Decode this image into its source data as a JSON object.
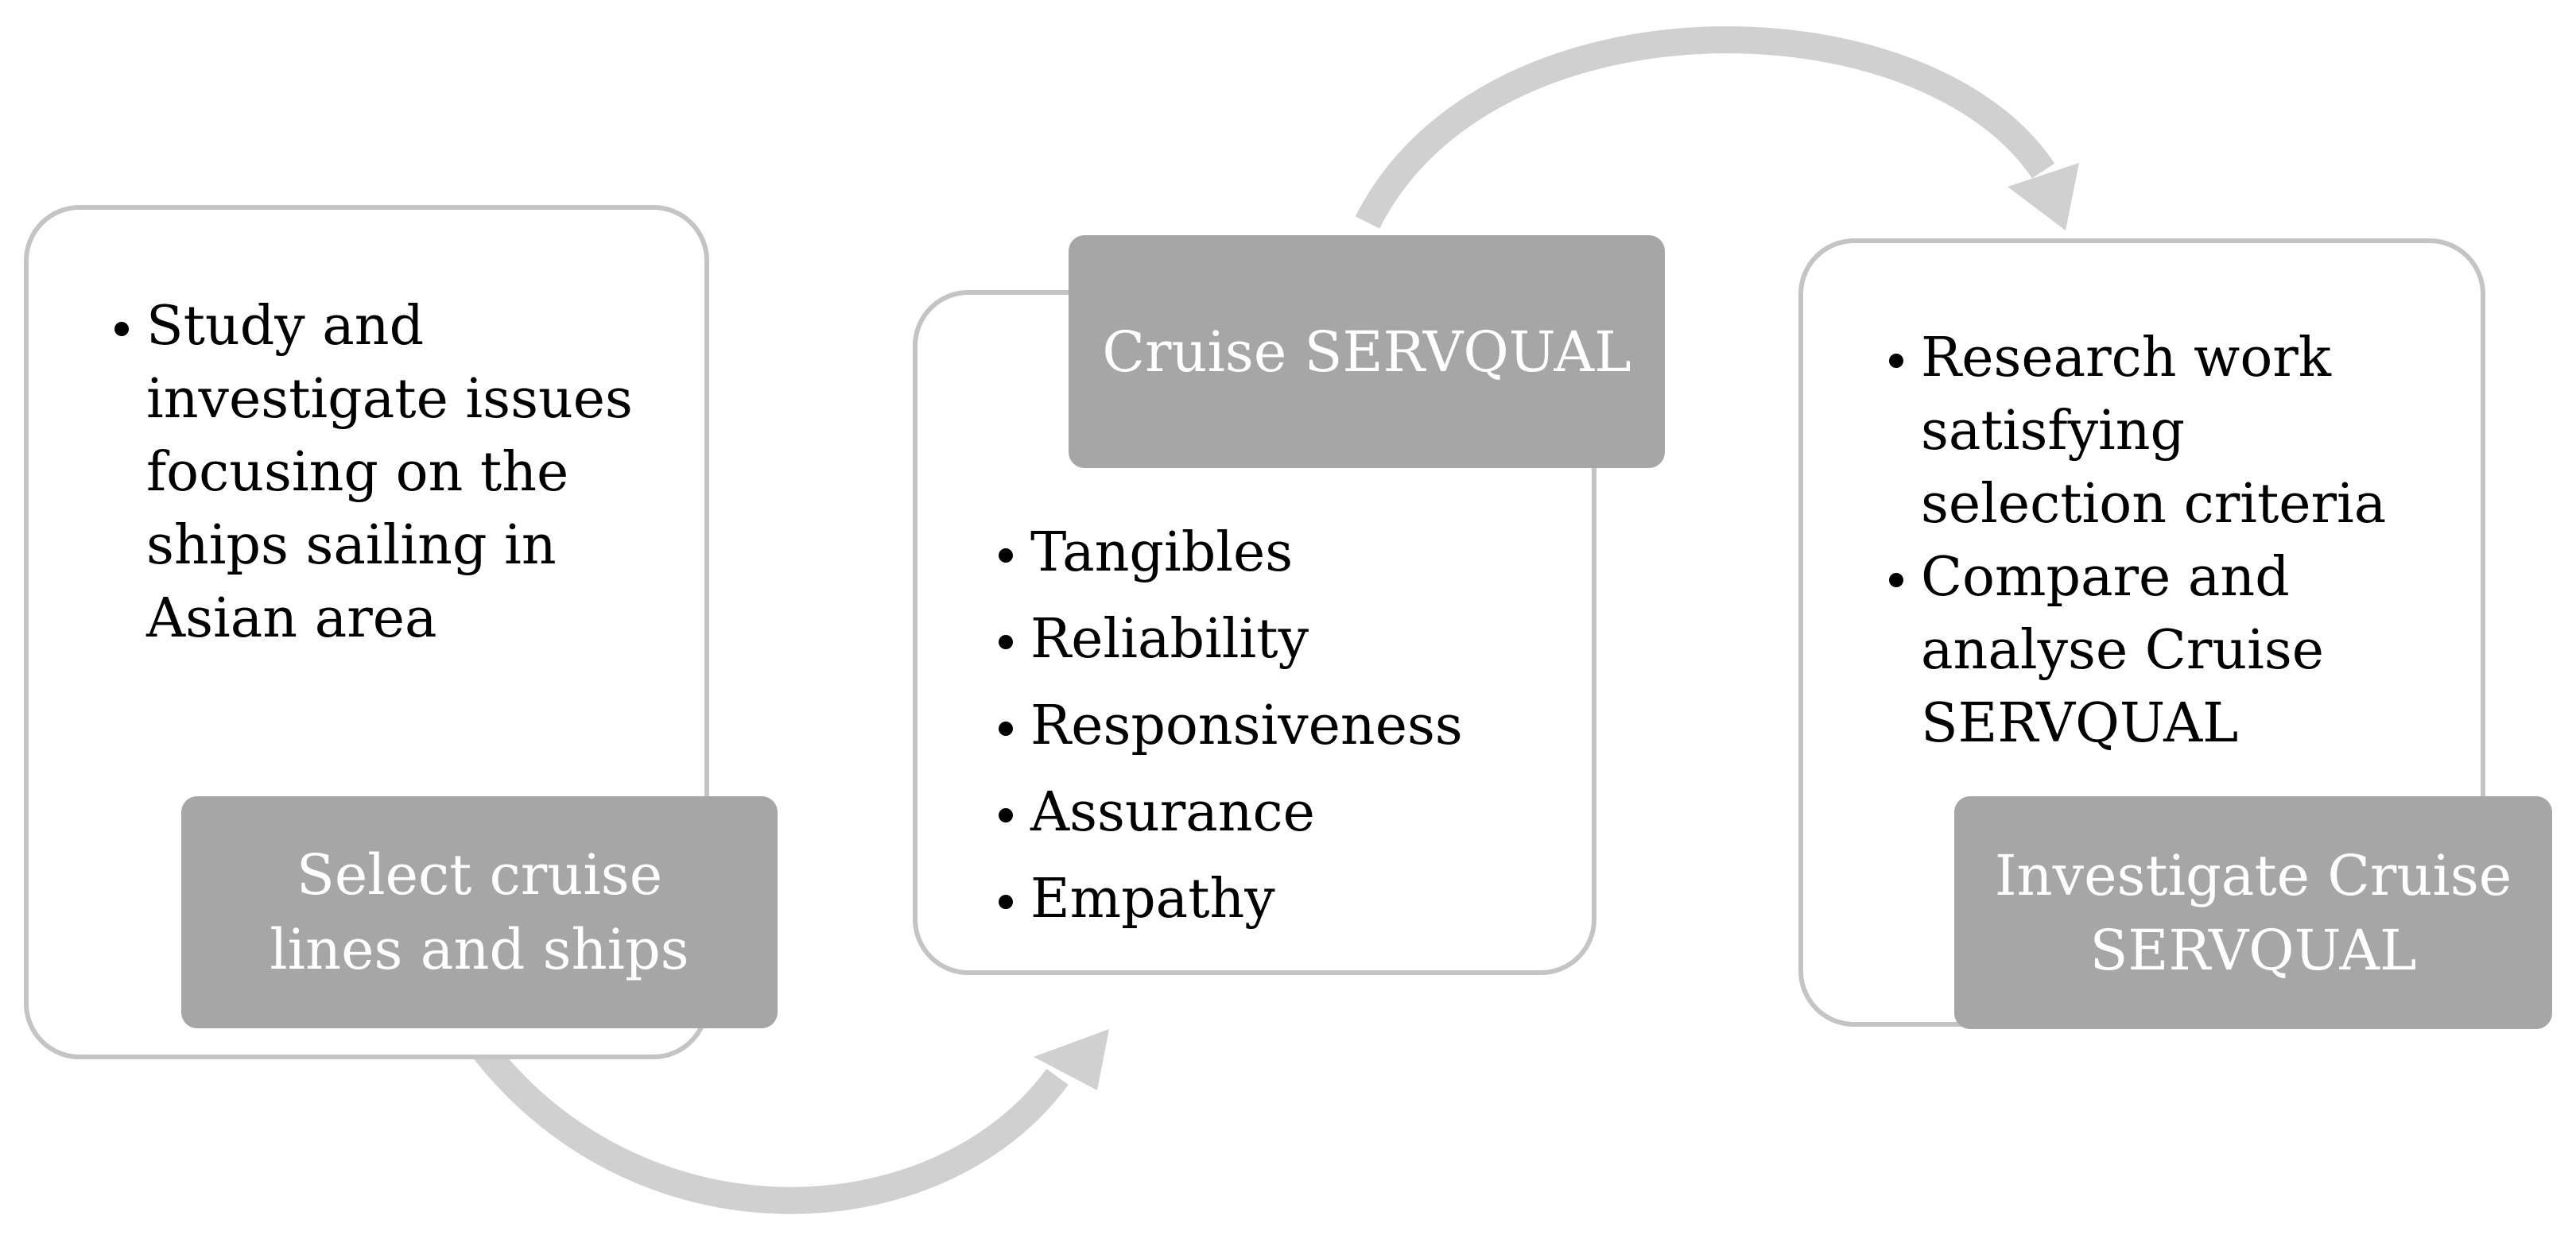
{
  "steps": [
    {
      "label": "Select cruise lines and ships",
      "bullets": [
        "Study and investigate issues focusing on the ships sailing in Asian area"
      ]
    },
    {
      "label": "Cruise SERVQUAL",
      "bullets": [
        "Tangibles",
        "Reliability",
        "Responsiveness",
        "Assurance",
        "Empathy"
      ]
    },
    {
      "label": "Investigate Cruise SERVQUAL",
      "bullets": [
        "Research work satisfying selection criteria",
        "Compare and analyse Cruise SERVQUAL"
      ]
    }
  ],
  "colors": {
    "label_fill": "#a6a6a6",
    "outline": "#c4c4c4",
    "arrow": "#d0d0d0"
  }
}
